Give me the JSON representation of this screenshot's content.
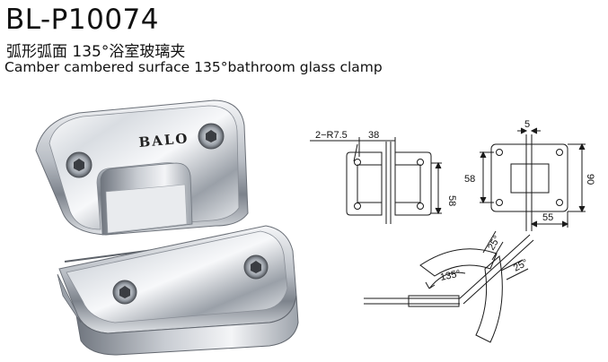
{
  "product": {
    "model": "BL-P10074",
    "title_cn": "弧形弧面 135°浴室玻璃夹",
    "title_en": "Camber cambered surface 135°bathroom glass clamp",
    "brand": "BALO"
  },
  "drawings": {
    "front_view": {
      "radius": "2−R7.5",
      "width": "38",
      "height": "58"
    },
    "side_view": {
      "thickness": "5",
      "height_outer": "90",
      "height_inner": "58",
      "width": "55"
    },
    "angle_view": {
      "angle_main": "135°",
      "angle_top": "25°",
      "angle_right": "25°"
    }
  },
  "colors": {
    "background": "#ffffff",
    "line": "#1a1a1a"
  }
}
